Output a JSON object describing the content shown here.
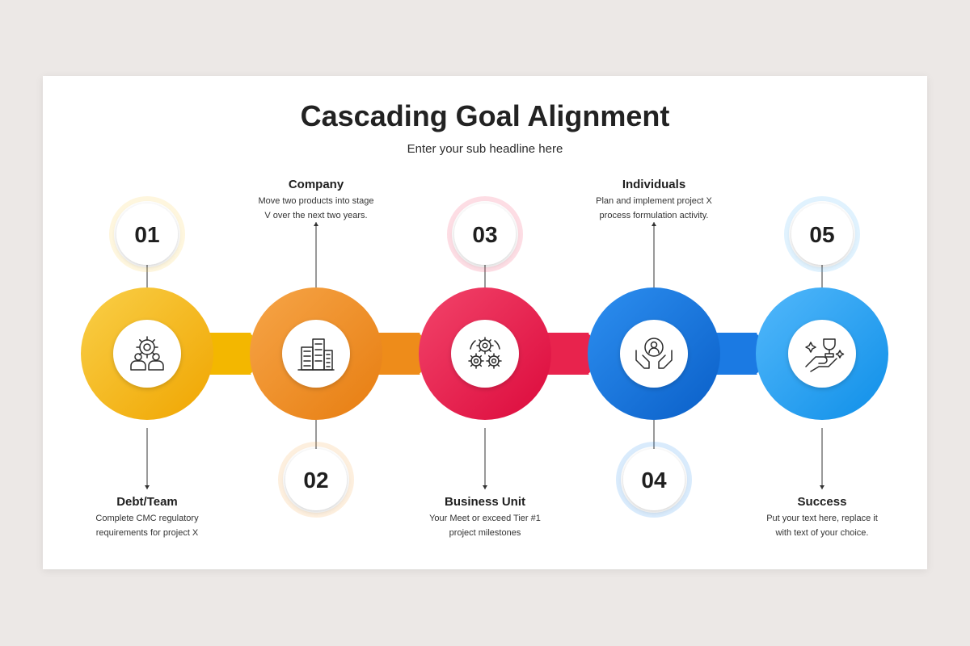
{
  "title": "Cascading Goal Alignment",
  "subtitle": "Enter your sub headline here",
  "steps": [
    {
      "number": "01",
      "label": "Debt/Team",
      "desc_line1": "Complete CMC regulatory",
      "desc_line2": "requirements for project X",
      "icon": "team-gear-icon",
      "color_start": "#f9cf48",
      "color_end": "#f0a500",
      "arrow_color": "#f3b700"
    },
    {
      "number": "02",
      "label": "Company",
      "desc_line1": "Move two products into stage",
      "desc_line2": "V over the next two years.",
      "icon": "buildings-icon",
      "color_start": "#f6a548",
      "color_end": "#e77d10",
      "arrow_color": "#ee8c1a"
    },
    {
      "number": "03",
      "label": "Business Unit",
      "desc_line1": "Your Meet or exceed Tier #1",
      "desc_line2": "project milestones",
      "icon": "gears-icon",
      "color_start": "#f2446a",
      "color_end": "#dc0a3c",
      "arrow_color": "#e8234d"
    },
    {
      "number": "04",
      "label": "Individuals",
      "desc_line1": "Plan and implement project X",
      "desc_line2": "process formulation activity.",
      "icon": "hands-person-icon",
      "color_start": "#2d8ff0",
      "color_end": "#0a5fc8",
      "arrow_color": "#1b7ae3"
    },
    {
      "number": "05",
      "label": "Success",
      "desc_line1": "Put your text here, replace it",
      "desc_line2": "with text of your choice.",
      "icon": "trophy-hand-icon",
      "color_start": "#52b8fb",
      "color_end": "#0f8fe8",
      "arrow_color": "#3aa6f5"
    }
  ]
}
